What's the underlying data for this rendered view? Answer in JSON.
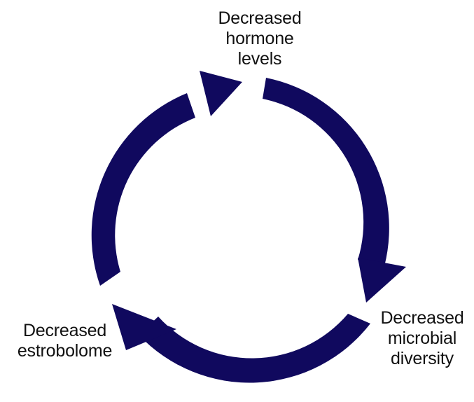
{
  "diagram": {
    "arrow_color": "#10095e",
    "nodes": [
      {
        "id": "top",
        "lines": [
          "Decreased",
          "hormone",
          "levels"
        ]
      },
      {
        "id": "right",
        "lines": [
          "Decreased",
          "microbial",
          "diversity"
        ]
      },
      {
        "id": "left",
        "lines": [
          "Decreased",
          "estrobolome"
        ]
      }
    ],
    "arrows": [
      {
        "from": "top",
        "to": "right"
      },
      {
        "from": "right",
        "to": "left"
      },
      {
        "from": "left",
        "to": "top"
      }
    ]
  }
}
